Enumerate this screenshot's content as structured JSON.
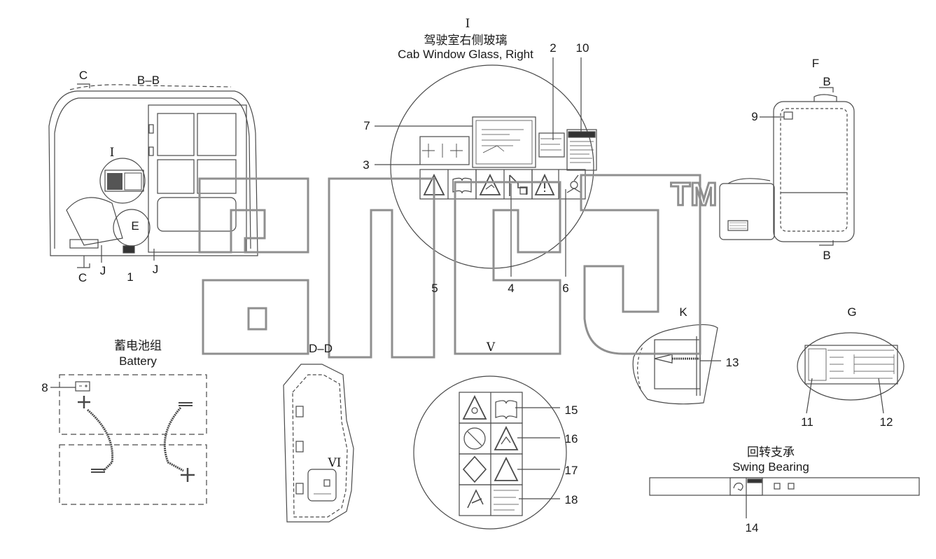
{
  "watermark_tm": "TM",
  "views": {
    "cab_section_label": "B–B",
    "section_c": "C",
    "section_j": "J",
    "detail_e": "E",
    "detail_i_marker": "I",
    "detail_i_roman": "I",
    "detail_i_cn": "驾驶室右侧玻璃",
    "detail_i_en": "Cab Window Glass, Right",
    "view_f": "F",
    "section_b": "B",
    "battery_cn": "蓄电池组",
    "battery_en": "Battery",
    "section_dd": "D–D",
    "detail_v": "V",
    "detail_vi": "VI",
    "view_k": "K",
    "view_g": "G",
    "swing_cn": "回转支承",
    "swing_en": "Swing Bearing"
  },
  "callouts": {
    "n1": "1",
    "n2": "2",
    "n3": "3",
    "n4": "4",
    "n5": "5",
    "n6": "6",
    "n7": "7",
    "n8": "8",
    "n9": "9",
    "n10": "10",
    "n11": "11",
    "n12": "12",
    "n13": "13",
    "n14": "14",
    "n15": "15",
    "n16": "16",
    "n17": "17",
    "n18": "18"
  },
  "colors": {
    "line": "#4a4a4a",
    "watermark": "#8f8f8f",
    "dash": "#777777"
  }
}
